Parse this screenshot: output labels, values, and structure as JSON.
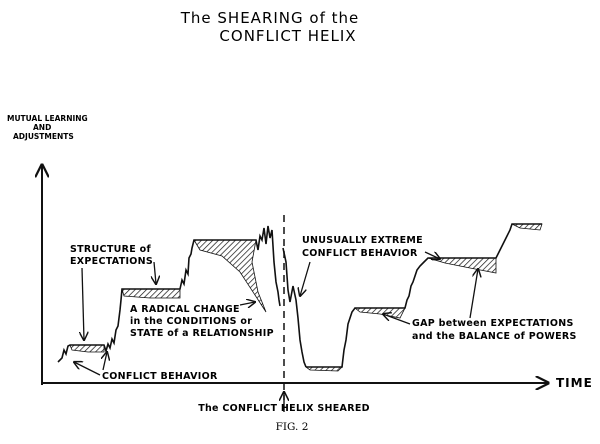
{
  "diagram": {
    "title_line1": "The SHEARING of the",
    "title_line2": "CONFLICT HELIX",
    "y_axis_label_1": "MUTUAL LEARNING",
    "y_axis_label_2": "AND",
    "y_axis_label_3": "ADJUSTMENTS",
    "x_axis_label": "TIME",
    "labels": {
      "structure_1": "STRUCTURE of",
      "structure_2": "EXPECTATIONS",
      "radical_1": "A RADICAL CHANGE",
      "radical_2": "in the CONDITIONS or",
      "radical_3": "STATE of a RELATIONSHIP",
      "conflict_behavior": "CONFLICT BEHAVIOR",
      "extreme_1": "UNUSUALLY EXTREME",
      "extreme_2": "CONFLICT BEHAVIOR",
      "gap_1": "GAP between EXPECTATIONS",
      "gap_2": "and the BALANCE of POWERS",
      "sheared": "The CONFLICT HELIX SHEARED"
    },
    "caption": "FIG. 2"
  }
}
